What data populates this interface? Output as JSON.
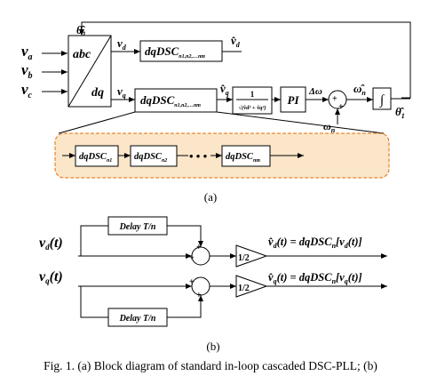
{
  "part_a": {
    "inputs": [
      "v",
      "v",
      "v"
    ],
    "input_subs": [
      "a",
      "b",
      "c"
    ],
    "transform_top": "abc",
    "transform_bottom": "dq",
    "feedback_theta": "θ̂",
    "feedback_theta_sub": "1",
    "vd": "v",
    "vd_sub": "d",
    "vq": "v",
    "vq_sub": "q",
    "dsc_label": "dqDSC",
    "dsc_sub": "n1,n2,…nm",
    "vd_hat": "v̂",
    "vd_hat_sub": "d",
    "vq_hat": "v̂",
    "vq_hat_sub": "q",
    "norm_num": "1",
    "norm_den": "√(v̂d² + v̂q²)",
    "pi_label": "PI",
    "delta_omega": "Δω",
    "sum_plus_top": "+",
    "sum_plus_bottom": "+",
    "omega_n": "ω",
    "omega_n_sub": "n",
    "omega_hat": "ω̂",
    "omega_hat_sub": "n",
    "integrator": "∫",
    "theta_out": "θ̂",
    "theta_out_sub": "1",
    "cascade": [
      {
        "label": "dqDSC",
        "sub": "n1"
      },
      {
        "label": "dqDSC",
        "sub": "n2"
      },
      {
        "label": "dqDSC",
        "sub": "nm"
      }
    ],
    "ellipsis": "• • •",
    "label": "(a)"
  },
  "part_b": {
    "vd_in": "v",
    "vd_in_sub": "d",
    "vd_in_arg": "(t)",
    "vq_in": "v",
    "vq_in_sub": "q",
    "vq_in_arg": "(t)",
    "delay": "Delay T/n",
    "sum_plus": "+",
    "gain": "1/2",
    "vd_out_lhs": "v̂",
    "vd_out_sub": "d",
    "vd_out_rhs": "(t) = dqDSC",
    "vd_out_n": "n",
    "vd_out_tail": "[v",
    "vd_out_tail_sub": "d",
    "vd_out_end": "(t)]",
    "vq_out_lhs": "v̂",
    "vq_out_sub": "q",
    "vq_out_rhs": "(t) = dqDSC",
    "vq_out_n": "n",
    "vq_out_tail": "[v",
    "vq_out_tail_sub": "q",
    "vq_out_end": "(t)]",
    "label": "(b)"
  },
  "caption": "Fig. 1.   (a) Block diagram of standard in-loop cascaded DSC-PLL; (b)"
}
